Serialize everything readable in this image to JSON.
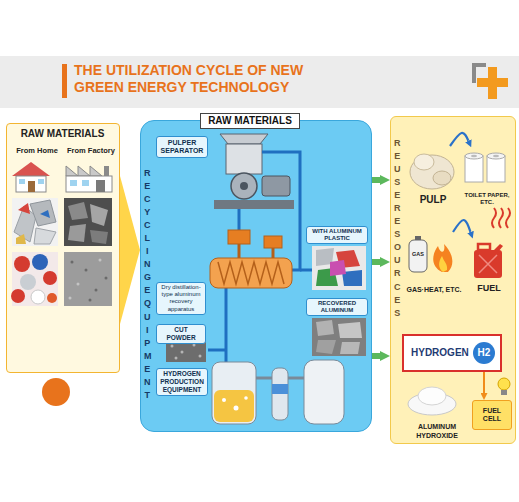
{
  "diagram": {
    "title": "THE UTILIZATION CYCLE OF NEW GREEN ENERGY TECHNOLOGY",
    "nodes": [
      {
        "text": [
          "RAW MATERIALS",
          "From Home",
          "From Factory"
        ]
      },
      {
        "text": [
          "RECYCLING EQUIPMENT"
        ]
      },
      {
        "text": [
          "RAW MATERIALS"
        ],
        "in": 1
      },
      {
        "text": [
          "PULPER SEPARATOR"
        ],
        "in": 1
      },
      {
        "text": [
          "WITH ALUMINUM PLASTIC"
        ],
        "in": 1
      },
      {
        "text": [
          "Dry distillation-type aluminum recovery apparatus"
        ],
        "in": 1
      },
      {
        "text": [
          "RECOVERED ALUMINUM"
        ],
        "in": 1
      },
      {
        "text": [
          "CUT POWDER"
        ],
        "in": 1
      },
      {
        "text": [
          "HYDROGEN PRODUCTION EQUIPMENT"
        ],
        "in": 1
      },
      {
        "text": [
          "REUSE RESOURCES"
        ]
      },
      {
        "text": [
          "PULP"
        ],
        "in": 9
      },
      {
        "text": [
          "TOILET PAPER, ETC."
        ],
        "in": 9
      },
      {
        "text": [
          "GAS·HEAT, ETC."
        ],
        "in": 9
      },
      {
        "text": [
          "FUEL"
        ],
        "in": 9
      },
      {
        "text": [
          "HYDROGEN"
        ],
        "in": 9
      },
      {
        "text": [
          "ALUMINUM HYDROXIDE"
        ],
        "in": 9
      },
      {
        "text": [
          "FUEL CELL"
        ],
        "in": 9
      }
    ],
    "edges": [
      {
        "from": 0,
        "to": 1,
        "arrow": "to"
      },
      {
        "from": 1,
        "to": 9,
        "arrow": "to"
      },
      {
        "from": 1,
        "to": 9,
        "arrow": "to"
      },
      {
        "from": 1,
        "to": 9,
        "arrow": "to"
      },
      {
        "from": 10,
        "to": 11,
        "arrow": "to"
      },
      {
        "from": 12,
        "to": 13,
        "arrow": "to"
      },
      {
        "from": 14,
        "to": 16,
        "arrow": "to"
      }
    ],
    "labels": [
      "GAS",
      "H2"
    ]
  }
}
